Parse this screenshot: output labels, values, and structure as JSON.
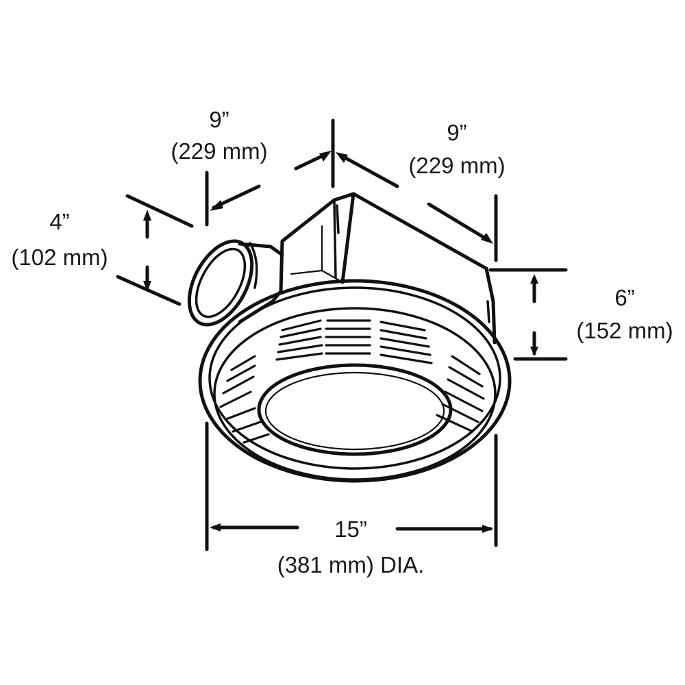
{
  "dimensions": {
    "top_left_width": {
      "imperial": "9”",
      "metric": "(229 mm)"
    },
    "top_right_depth": {
      "imperial": "9”",
      "metric": "(229 mm)"
    },
    "duct_height": {
      "imperial": "4”",
      "metric": "(102 mm)"
    },
    "housing_height": {
      "imperial": "6”",
      "metric": "(152 mm)"
    },
    "grille_diameter": {
      "imperial": "15”",
      "metric": "(381 mm) DIA."
    }
  },
  "colors": {
    "ink": "#111111",
    "background": "#ffffff"
  }
}
